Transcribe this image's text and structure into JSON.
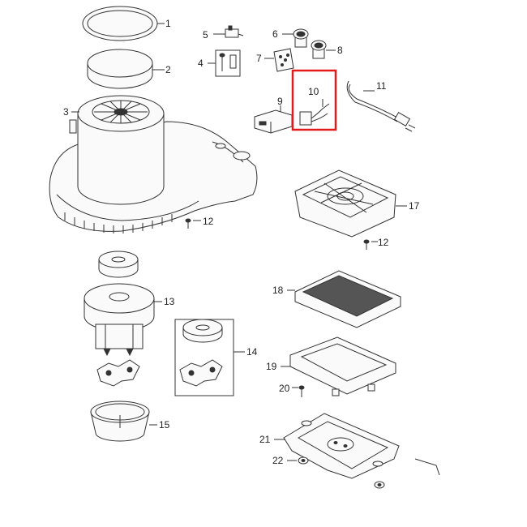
{
  "callouts": {
    "c1": "1",
    "c2": "2",
    "c3": "3",
    "c4": "4",
    "c5": "5",
    "c6": "6",
    "c7": "7",
    "c8": "8",
    "c9": "9",
    "c10": "10",
    "c11": "11",
    "c12a": "12",
    "c12b": "12",
    "c13": "13",
    "c14": "14",
    "c15": "15",
    "c17": "17",
    "c18": "18",
    "c19": "19",
    "c20": "20",
    "c21": "21",
    "c22": "22"
  },
  "highlight": {
    "callout": "10",
    "color": "#e21b1b"
  }
}
